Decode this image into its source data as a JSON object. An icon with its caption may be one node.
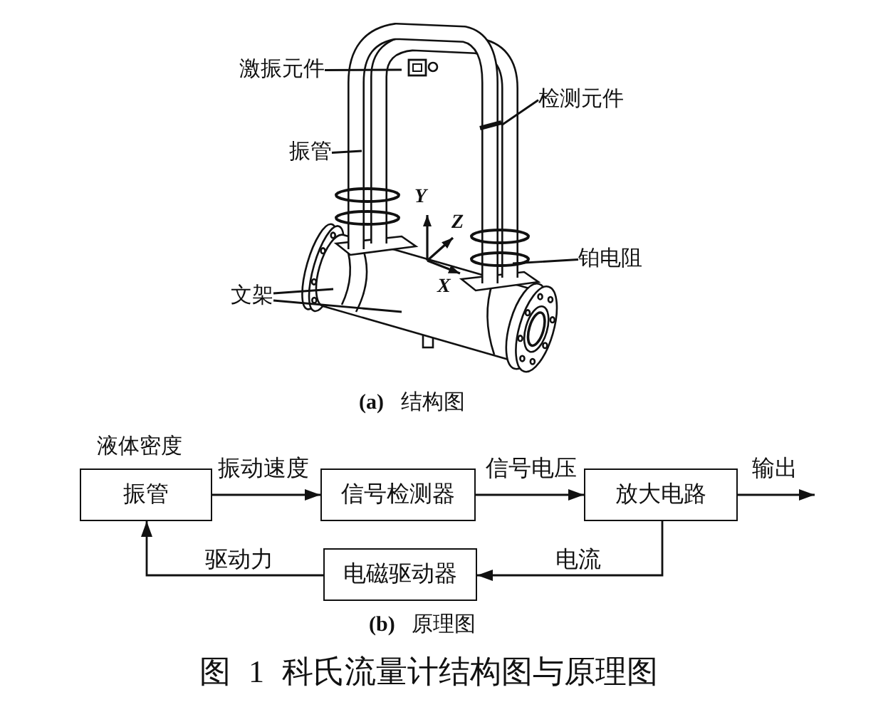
{
  "diagram": {
    "caption": "图 1 科氏流量计结构图与原理图",
    "nodes": [
      {
        "text": [
          "激振元件"
        ]
      },
      {
        "text": [
          "检测元件"
        ]
      },
      {
        "text": [
          "振管"
        ]
      },
      {
        "text": [
          "铂电阻"
        ]
      },
      {
        "text": [
          "文架"
        ]
      },
      {
        "text": [
          "振管"
        ],
        "beside": [
          "液体密度"
        ]
      },
      {
        "text": [
          "信号检测器"
        ]
      },
      {
        "text": [
          "放大电路"
        ]
      },
      {
        "text": [
          "电磁驱动器"
        ]
      }
    ],
    "edges": [
      {
        "from": 0,
        "to": null,
        "arrow": "none"
      },
      {
        "from": 1,
        "to": null,
        "arrow": "none"
      },
      {
        "from": 2,
        "to": null,
        "arrow": "none"
      },
      {
        "from": 3,
        "to": null,
        "arrow": "none"
      },
      {
        "from": 4,
        "to": null,
        "arrow": "none"
      },
      {
        "from": 4,
        "to": null,
        "arrow": "none"
      },
      {
        "from": 5,
        "to": 6,
        "arrow": "to",
        "label": "振动速度"
      },
      {
        "from": 6,
        "to": 7,
        "arrow": "to",
        "label": "信号电压"
      },
      {
        "from": 7,
        "to": null,
        "arrow": "to",
        "label": "输出"
      },
      {
        "from": 7,
        "to": 8,
        "arrow": "to",
        "label": "电流"
      },
      {
        "from": 8,
        "to": 5,
        "arrow": "to",
        "label": "驱动力"
      }
    ],
    "labels": [
      "Y",
      "Z",
      "X",
      "**(a)** 结构图",
      "**(b)** 原理图"
    ]
  }
}
